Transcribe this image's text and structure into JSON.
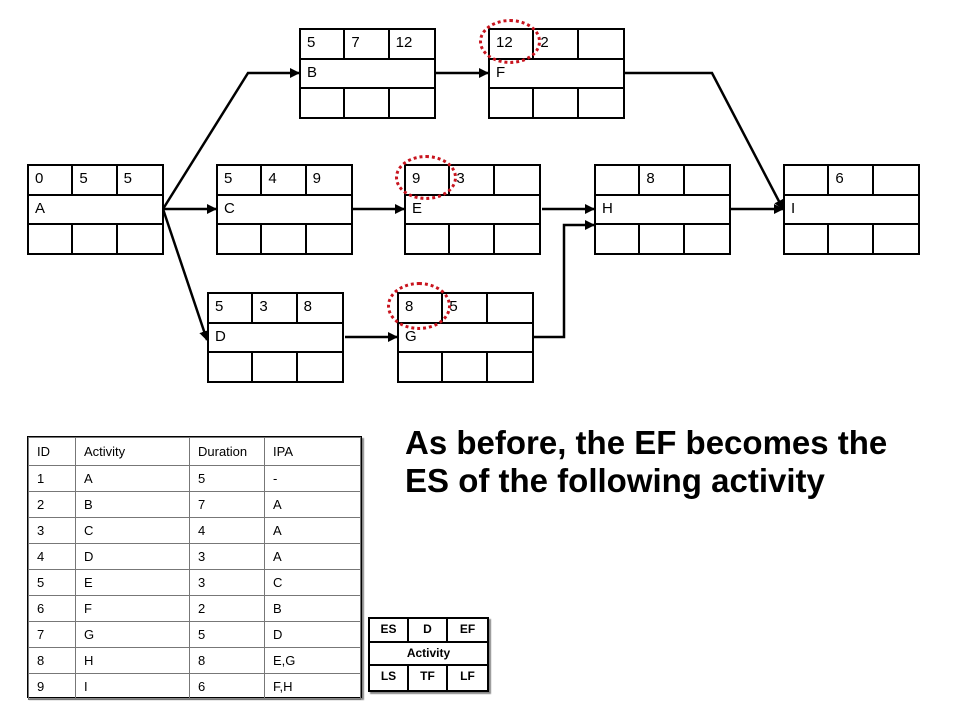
{
  "network": {
    "nodes": [
      {
        "id": "A",
        "es": "0",
        "d": "5",
        "ef": "5",
        "ls": "",
        "tf": "",
        "lf": ""
      },
      {
        "id": "B",
        "es": "5",
        "d": "7",
        "ef": "12",
        "ls": "",
        "tf": "",
        "lf": ""
      },
      {
        "id": "C",
        "es": "5",
        "d": "4",
        "ef": "9",
        "ls": "",
        "tf": "",
        "lf": ""
      },
      {
        "id": "D",
        "es": "5",
        "d": "3",
        "ef": "8",
        "ls": "",
        "tf": "",
        "lf": ""
      },
      {
        "id": "E",
        "es": "9",
        "d": "3",
        "ef": "",
        "ls": "",
        "tf": "",
        "lf": ""
      },
      {
        "id": "F",
        "es": "12",
        "d": "2",
        "ef": "",
        "ls": "",
        "tf": "",
        "lf": ""
      },
      {
        "id": "G",
        "es": "8",
        "d": "5",
        "ef": "",
        "ls": "",
        "tf": "",
        "lf": ""
      },
      {
        "id": "H",
        "es": "",
        "d": "8",
        "ef": "",
        "ls": "",
        "tf": "",
        "lf": ""
      },
      {
        "id": "I",
        "es": "",
        "d": "6",
        "ef": "",
        "ls": "",
        "tf": "",
        "lf": ""
      }
    ],
    "edges": [
      [
        "A",
        "B"
      ],
      [
        "A",
        "C"
      ],
      [
        "A",
        "D"
      ],
      [
        "B",
        "F"
      ],
      [
        "C",
        "E"
      ],
      [
        "D",
        "G"
      ],
      [
        "E",
        "H"
      ],
      [
        "G",
        "H"
      ],
      [
        "F",
        "I"
      ],
      [
        "H",
        "I"
      ]
    ],
    "highlighted_cells": [
      "F.es",
      "E.es",
      "G.es"
    ],
    "highlight_color": "#c8141e"
  },
  "table": {
    "headers": [
      "ID",
      "Activity",
      "Duration",
      "IPA"
    ],
    "rows": [
      [
        "1",
        "A",
        "5",
        "-"
      ],
      [
        "2",
        "B",
        "7",
        "A"
      ],
      [
        "3",
        "C",
        "4",
        "A"
      ],
      [
        "4",
        "D",
        "3",
        "A"
      ],
      [
        "5",
        "E",
        "3",
        "C"
      ],
      [
        "6",
        "F",
        "2",
        "B"
      ],
      [
        "7",
        "G",
        "5",
        "D"
      ],
      [
        "8",
        "H",
        "8",
        "E,G"
      ],
      [
        "9",
        "I",
        "6",
        "F,H"
      ]
    ]
  },
  "caption": "As before, the EF becomes the ES of the following activity",
  "legend": {
    "es": "ES",
    "d": "D",
    "ef": "EF",
    "activity": "Activity",
    "ls": "LS",
    "tf": "TF",
    "lf": "LF"
  }
}
